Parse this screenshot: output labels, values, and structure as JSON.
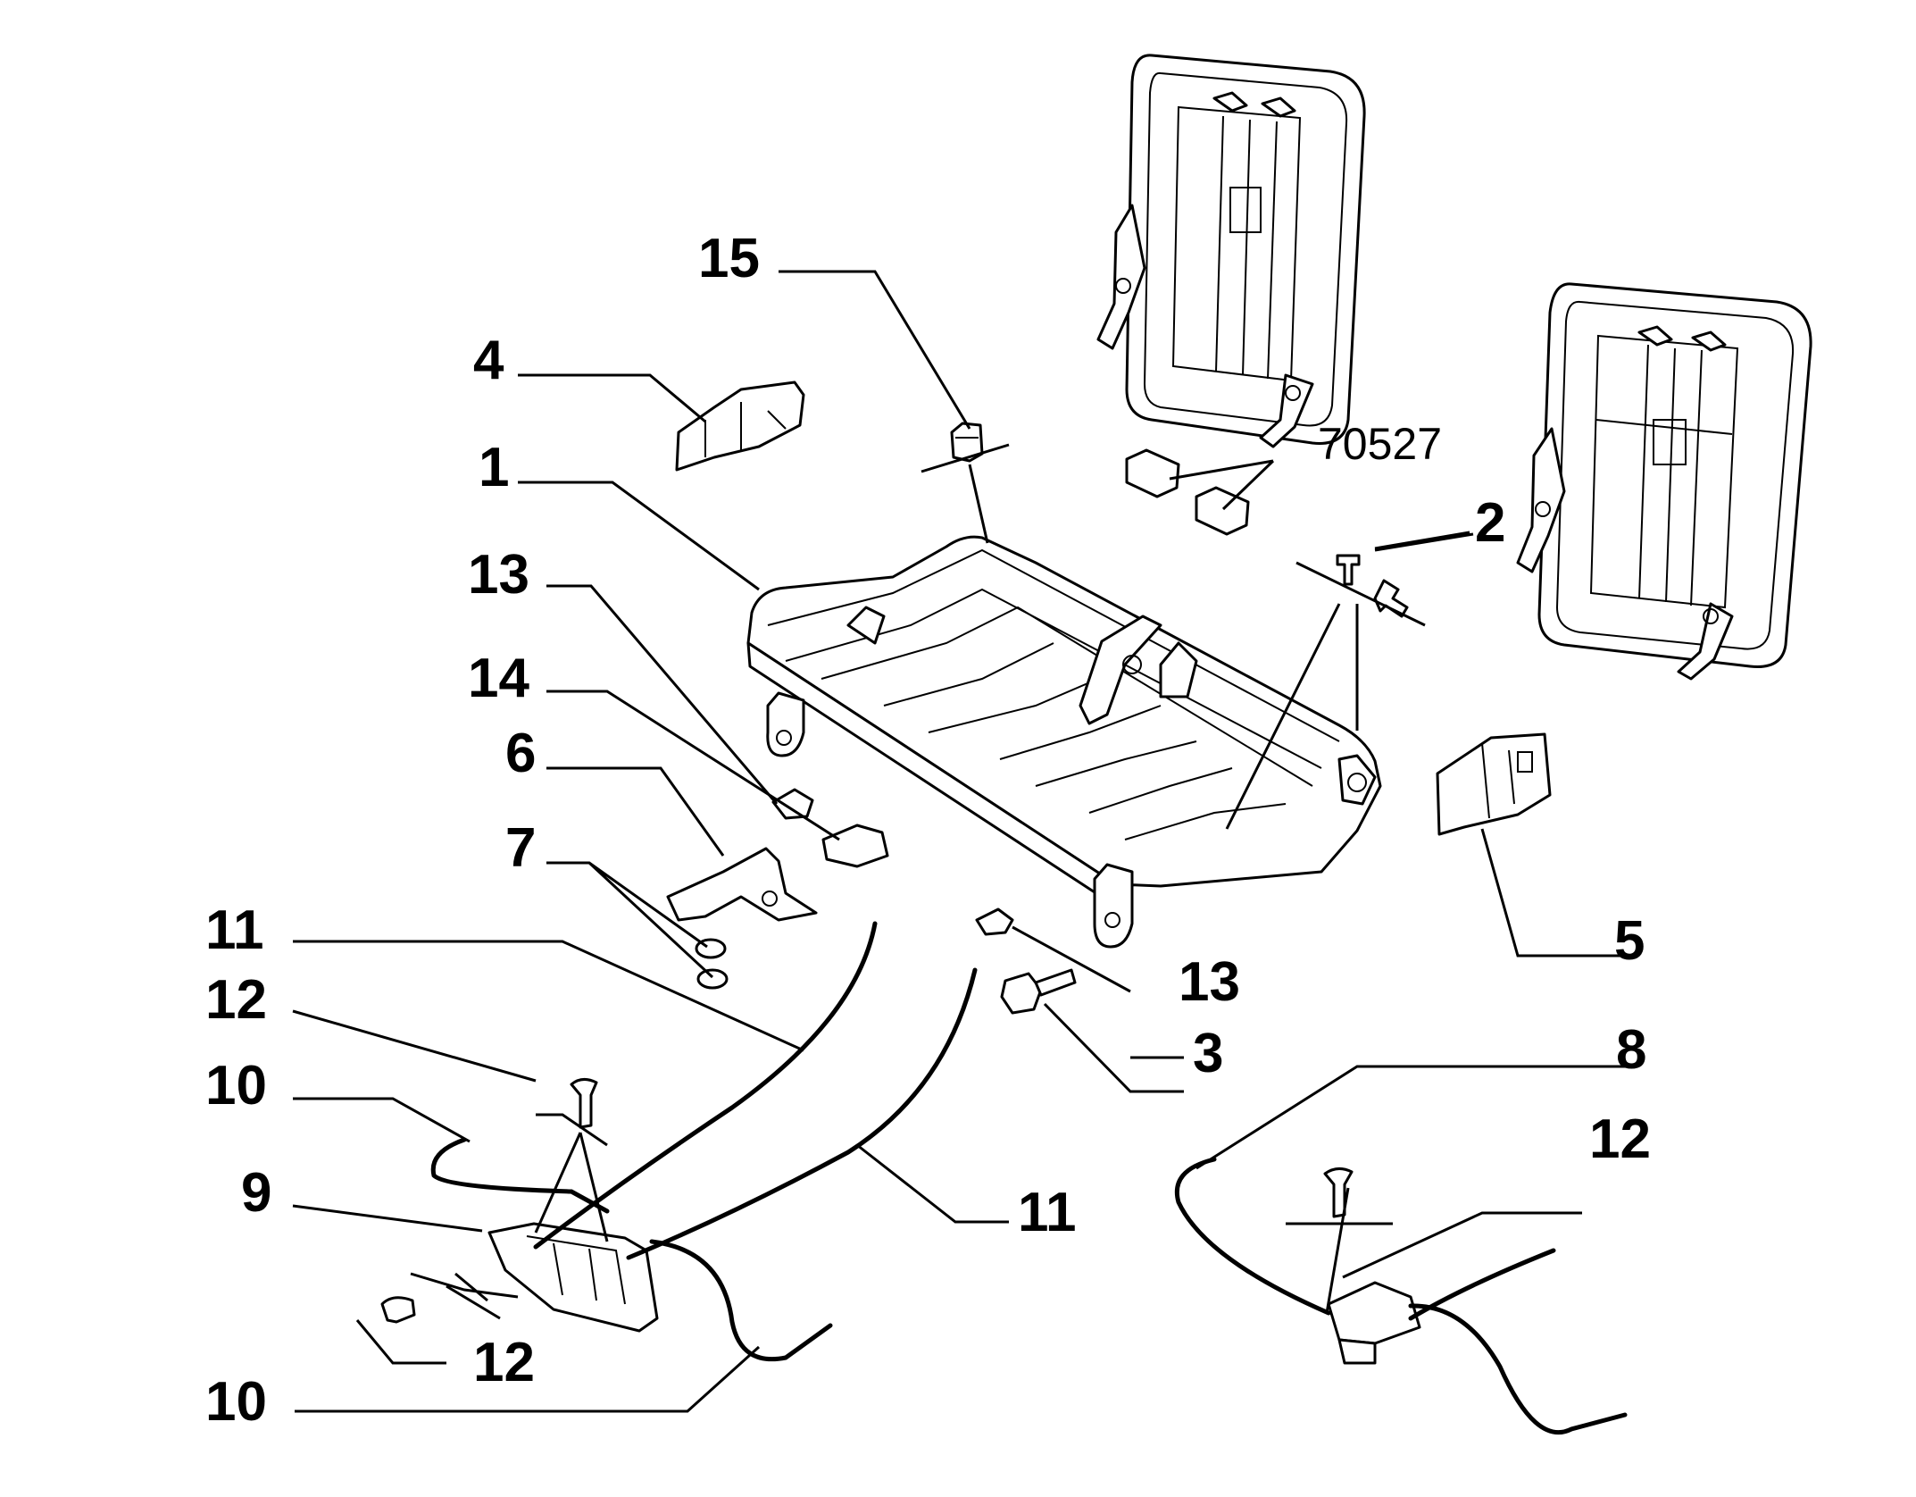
{
  "labels": {
    "l1": "1",
    "l2": "2",
    "l3": "3",
    "l4": "4",
    "l5": "5",
    "l6": "6",
    "l7": "7",
    "l8": "8",
    "l9": "9",
    "l10a": "10",
    "l10b": "10",
    "l11a": "11",
    "l11b": "11",
    "l12a": "12",
    "l12b": "12",
    "l12c": "12",
    "l13a": "13",
    "l13b": "13",
    "l14": "14",
    "l15": "15",
    "l70527": "70527"
  }
}
